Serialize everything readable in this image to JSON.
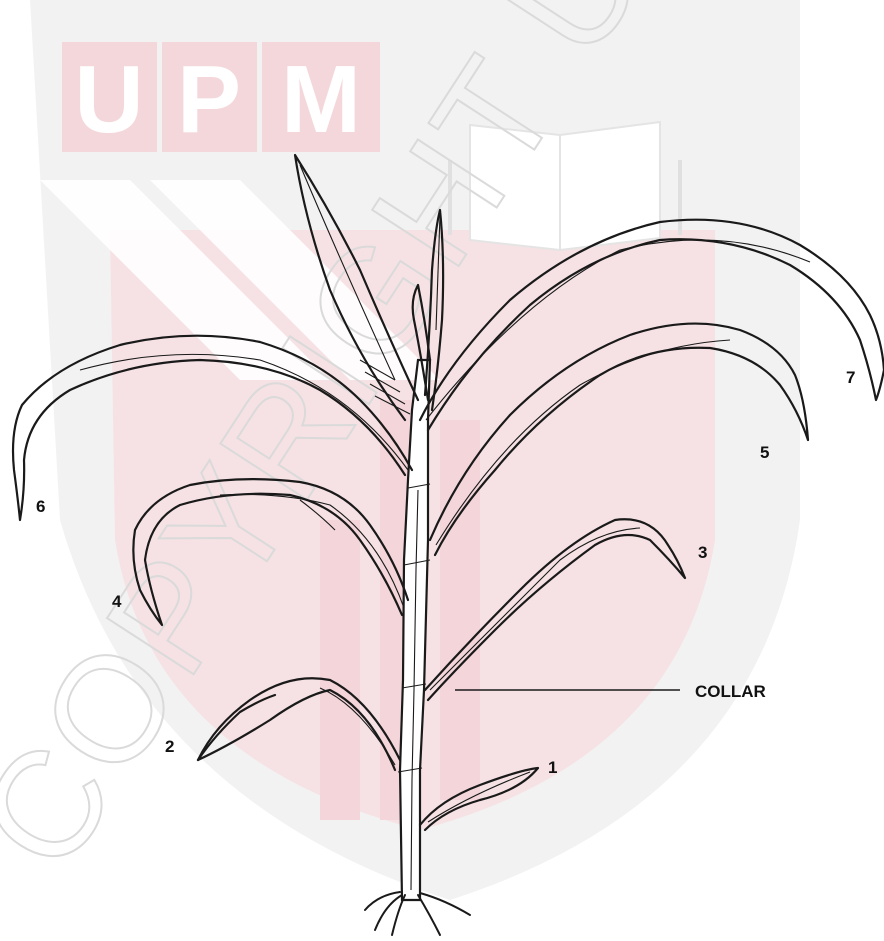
{
  "watermark": {
    "letters": [
      "U",
      "P",
      "M"
    ],
    "text": "COPYRIGHT UPM",
    "color_light_pink": "#f3d3d8",
    "color_pink": "#e9aab4",
    "color_gray": "#efefef"
  },
  "diagram": {
    "leaf_numbers": [
      "1",
      "2",
      "3",
      "4",
      "5",
      "6",
      "7"
    ],
    "collar_label": "COLLAR"
  },
  "colors": {
    "ink": "#1a1a1a"
  }
}
